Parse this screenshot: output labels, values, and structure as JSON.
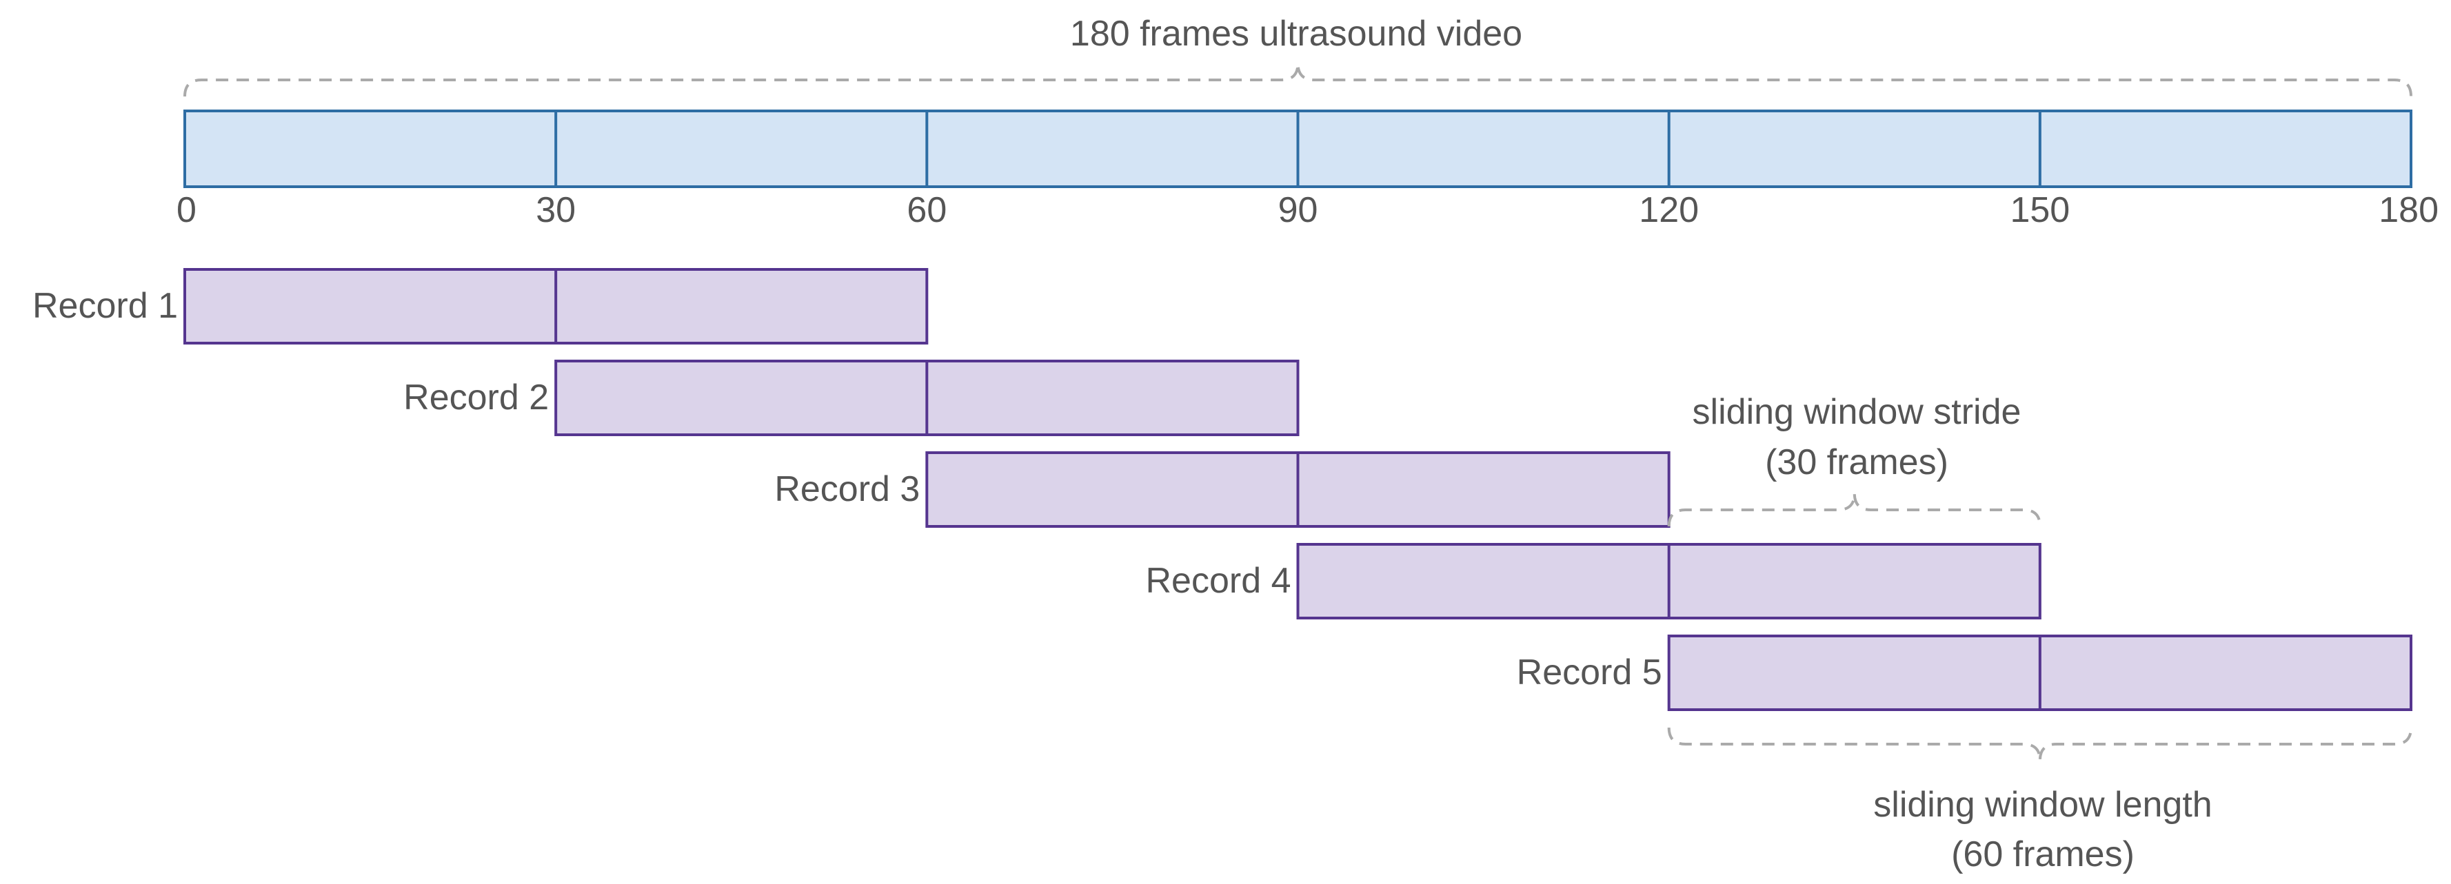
{
  "title": "180 frames ultrasound video",
  "video": {
    "start": 0,
    "end": 180,
    "segment": 30
  },
  "tick_labels": [
    "0",
    "30",
    "60",
    "90",
    "120",
    "150",
    "180"
  ],
  "records": [
    {
      "label": "Record 1",
      "start": 0,
      "end": 60
    },
    {
      "label": "Record 2",
      "start": 30,
      "end": 90
    },
    {
      "label": "Record 3",
      "start": 60,
      "end": 120
    },
    {
      "label": "Record 4",
      "start": 90,
      "end": 150
    },
    {
      "label": "Record 5",
      "start": 120,
      "end": 180
    }
  ],
  "stride_annotation": {
    "line1": "sliding window stride",
    "line2": "(30 frames)",
    "start": 120,
    "end": 150
  },
  "length_annotation": {
    "line1": "sliding window length",
    "line2": "(60 frames)",
    "start": 120,
    "end": 180
  },
  "colors": {
    "video_fill": "#d4e4f5",
    "video_stroke": "#2e6da4",
    "record_fill": "#dbd3ea",
    "record_stroke": "#55358f",
    "brace": "#aaaaaa",
    "text": "#555555"
  }
}
